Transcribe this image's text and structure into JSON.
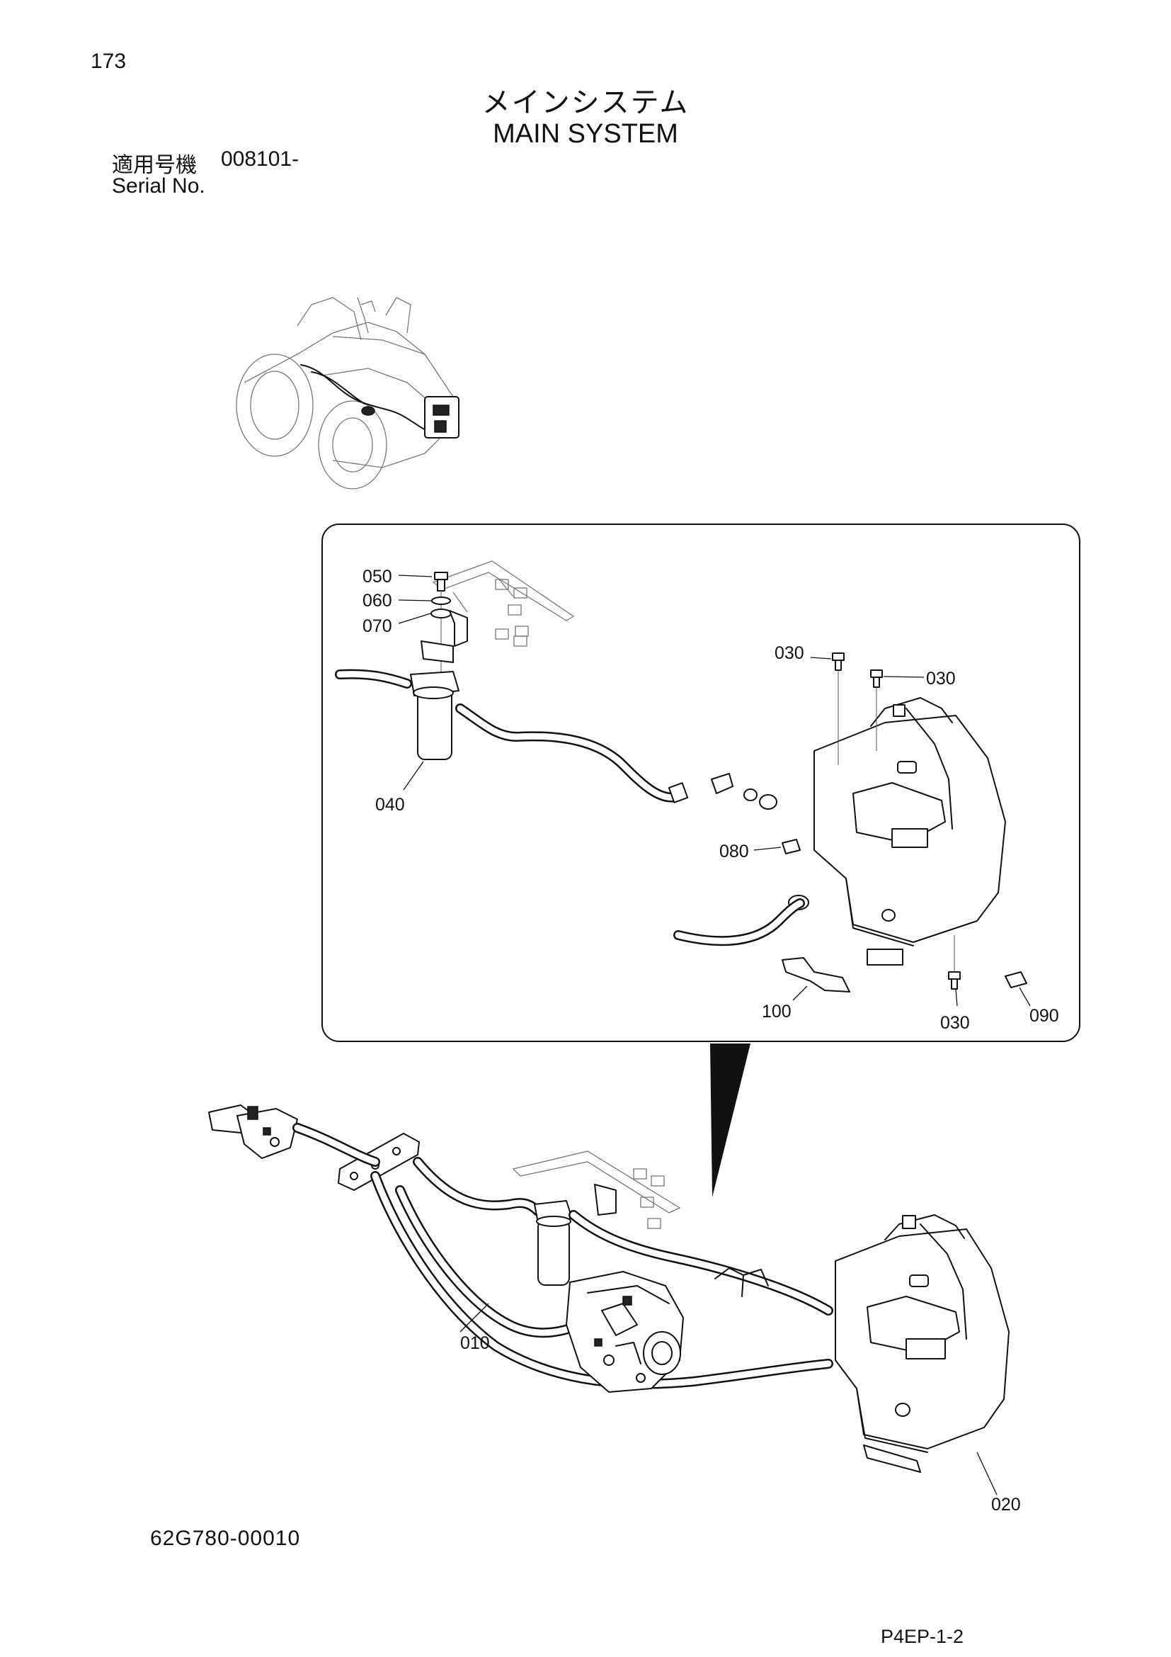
{
  "header": {
    "page_number": "173",
    "title_jp": "メインシステム",
    "title_en": "MAIN SYSTEM",
    "serial_label_jp": "適用号機",
    "serial_value": "008101-",
    "serial_label_en": "Serial No."
  },
  "parts": {
    "p010": "010",
    "p020": "020",
    "p030a": "030",
    "p030b": "030",
    "p030c": "030",
    "p040": "040",
    "p050": "050",
    "p060": "060",
    "p070": "070",
    "p080": "080",
    "p090": "090",
    "p100": "100"
  },
  "footer": {
    "drawing_number": "62G780-00010",
    "page_code": "P4EP-1-2"
  }
}
